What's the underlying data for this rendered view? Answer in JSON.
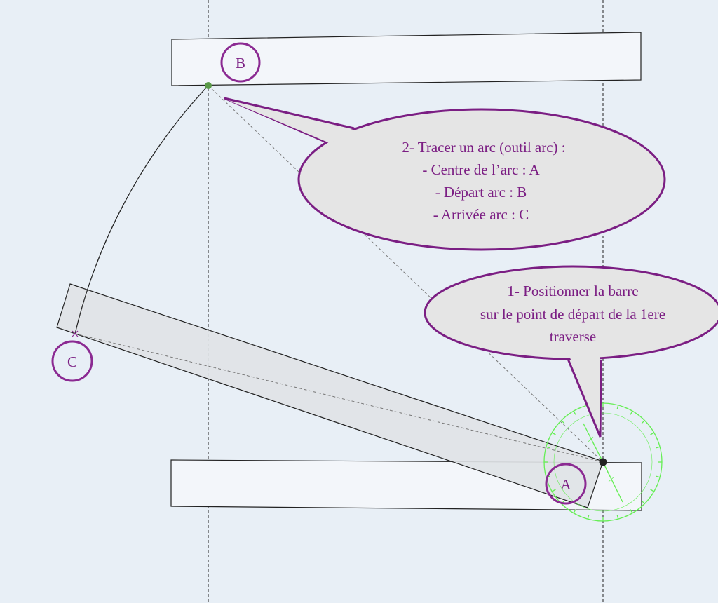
{
  "colors": {
    "background": "#e8eff6",
    "board_fill": "#f3f6fa",
    "bar_fill": "#dfe3e6",
    "callout_fill": "#e5e5e5",
    "callout_stroke": "#7b1e83",
    "label_stroke": "#8b2a92",
    "protractor": "#66ee55",
    "point_b": "#5a9a48",
    "point_a": "#222222"
  },
  "points": {
    "a_label": "A",
    "b_label": "B",
    "c_label": "C"
  },
  "callouts": {
    "step2": {
      "lines": [
        "2- Tracer un arc (outil arc) :",
        "- Centre de l’arc : A",
        "- Départ arc : B",
        "- Arrivée arc : C"
      ]
    },
    "step1": {
      "lines": [
        "1- Positionner la barre",
        "sur le point de départ  de la 1ere",
        "traverse"
      ]
    }
  },
  "icons": {
    "protractor": "protractor-icon"
  }
}
